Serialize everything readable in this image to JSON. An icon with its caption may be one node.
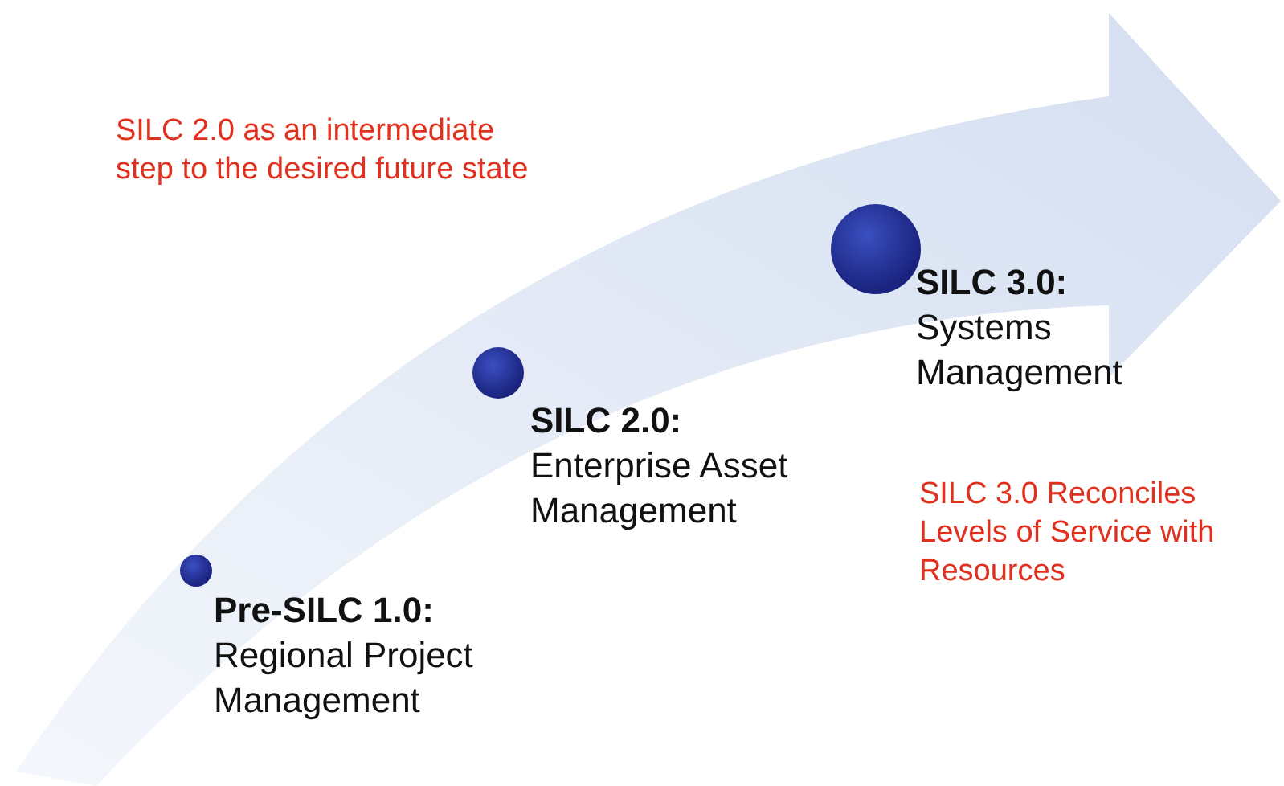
{
  "diagram": {
    "nodes": [
      {
        "text": [],
        "shape": "circle",
        "beside": [
          "Pre-SILC 1.0:",
          "Regional Project Management"
        ]
      },
      {
        "text": [],
        "shape": "circle",
        "beside": [
          "SILC 2.0:",
          "Enterprise Asset Management"
        ]
      },
      {
        "text": [],
        "shape": "circle",
        "beside": [
          "SILC 3.0:",
          "Systems Management"
        ]
      }
    ],
    "labels": [
      "SILC 2.0 as an intermediate step to the desired future state",
      "SILC 3.0 Reconciles Levels of Service with Resources"
    ]
  }
}
